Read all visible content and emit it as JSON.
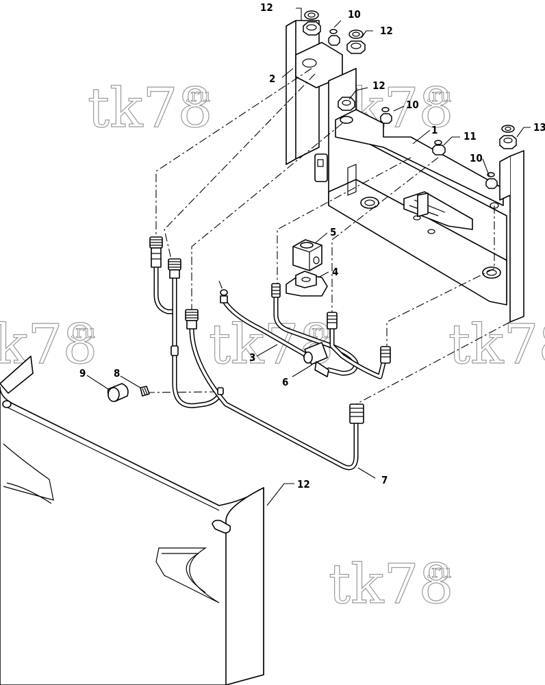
{
  "watermark": {
    "main": "tk78",
    "suffix": ".ru"
  },
  "callouts": [
    {
      "id": "1",
      "label": "1"
    },
    {
      "id": "2",
      "label": "2"
    },
    {
      "id": "3",
      "label": "3"
    },
    {
      "id": "4",
      "label": "4"
    },
    {
      "id": "5",
      "label": "5"
    },
    {
      "id": "6",
      "label": "6"
    },
    {
      "id": "7",
      "label": "7"
    },
    {
      "id": "8",
      "label": "8"
    },
    {
      "id": "9",
      "label": "9"
    },
    {
      "id": "10a",
      "label": "10"
    },
    {
      "id": "10b",
      "label": "10"
    },
    {
      "id": "10c",
      "label": "10"
    },
    {
      "id": "11",
      "label": "11"
    },
    {
      "id": "12a",
      "label": "12"
    },
    {
      "id": "12b",
      "label": "12"
    },
    {
      "id": "12c",
      "label": "12"
    },
    {
      "id": "12d",
      "label": "12"
    },
    {
      "id": "13",
      "label": "13"
    }
  ]
}
